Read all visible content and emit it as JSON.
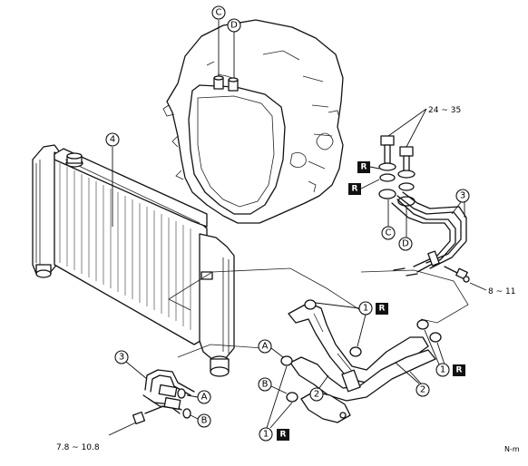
{
  "callouts": {
    "c": "C",
    "d": "D",
    "a": "A",
    "b": "B",
    "part1": "1",
    "part2": "2",
    "part3": "3",
    "part4": "4",
    "r": "R"
  },
  "torques": {
    "bolt_upper": "24 ~ 35",
    "bolt_right": "8 ~ 11",
    "bolt_lower_left": "7.8 ~ 10.8"
  },
  "corner_code": "N-m"
}
